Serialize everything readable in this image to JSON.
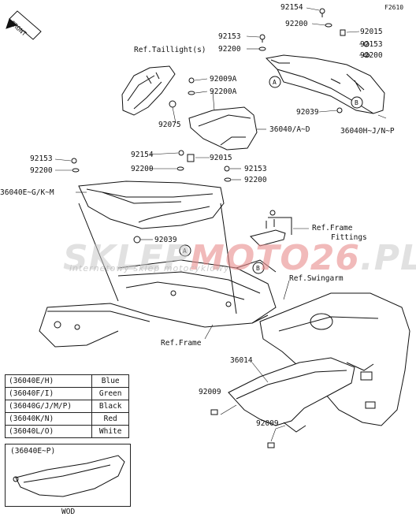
{
  "figure_code": "F2610",
  "front_label": "FRONT",
  "watermark": {
    "brand_left": "SKLEP",
    "brand_right": "MOTO26",
    "brand_suffix": ".PL",
    "tagline": "internetowy sklep motocyklowy"
  },
  "labels": {
    "ref_taillight": "Ref.Taillight(s)",
    "ref_frame_fittings_1": "Ref.Frame",
    "ref_frame_fittings_2": "Fittings",
    "ref_swingarm": "Ref.Swingarm",
    "ref_frame": "Ref.Frame",
    "p92154_top": "92154",
    "p92153_a": "92153",
    "p92200_a": "92200",
    "p92200_top": "92200",
    "p92015_top": "92015",
    "p92153_right": "92153",
    "p92200_right": "92200",
    "p92009A": "92009A",
    "p92200A": "92200A",
    "p92039_right": "92039",
    "p92075": "92075",
    "p36040AD": "36040/A~D",
    "p36040HJNP": "36040H~J/N~P",
    "p92153_left": "92153",
    "p92200_left": "92200",
    "p92154_mid": "92154",
    "p92200_mid": "92200",
    "p92015_mid": "92015",
    "p92153_mid": "92153",
    "p92200_mid2": "92200",
    "p36040EGKM": "36040E~G/K~M",
    "p92039_mid": "92039",
    "p36014": "36014",
    "p92009_a": "92009",
    "p92009_b": "92009",
    "callout_A": "A",
    "callout_B": "B"
  },
  "color_legend": [
    {
      "code": "(36040E/H)",
      "color": "Blue"
    },
    {
      "code": "(36040F/I)",
      "color": "Green"
    },
    {
      "code": "(36040G/J/M/P)",
      "color": "Black"
    },
    {
      "code": "(36040K/N)",
      "color": "Red"
    },
    {
      "code": "(36040L/O)",
      "color": "White"
    }
  ],
  "variant": {
    "label": "(36040E~P)",
    "code": "WOD"
  }
}
